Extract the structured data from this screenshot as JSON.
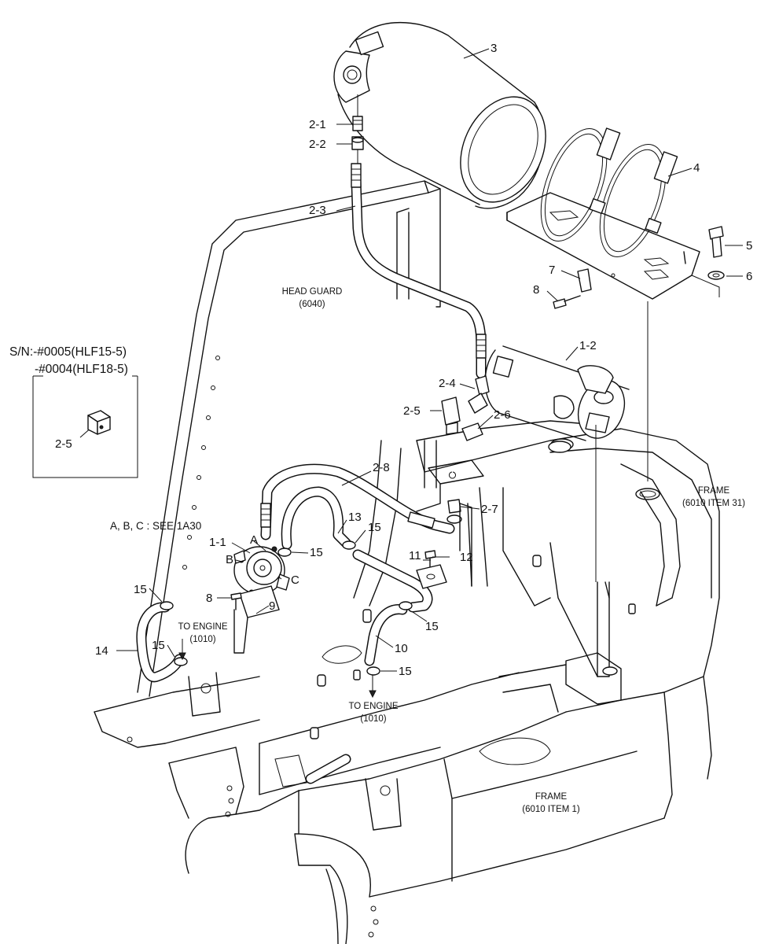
{
  "diagram": {
    "callouts": {
      "c3": "3",
      "c4": "4",
      "c5": "5",
      "c6": "6",
      "c7": "7",
      "c8a": "8",
      "c8b": "8",
      "c9": "9",
      "c10": "10",
      "c11": "11",
      "c12": "12",
      "c13": "13",
      "c14": "14",
      "c15a": "15",
      "c15b": "15",
      "c15c": "15",
      "c15d": "15",
      "c15e": "15",
      "c15f": "15",
      "c1_1": "1-1",
      "c1_2": "1-2",
      "c2_1": "2-1",
      "c2_2": "2-2",
      "c2_3": "2-3",
      "c2_4": "2-4",
      "c2_5": "2-5",
      "c2_5b": "2-5",
      "c2_6": "2-6",
      "c2_7": "2-7",
      "c2_8": "2-8",
      "pA": "A",
      "pB": "B",
      "pC": "C"
    },
    "notes": {
      "head_guard_1": "HEAD GUARD",
      "head_guard_2": "(6040)",
      "frame_top_1": "FRAME",
      "frame_top_2": "(6010 ITEM 31)",
      "frame_bottom_1": "FRAME",
      "frame_bottom_2": "(6010 ITEM 1)",
      "engine_left_1": "TO ENGINE",
      "engine_left_2": "(1010)",
      "engine_center_1": "TO ENGINE",
      "engine_center_2": "(1010)",
      "see_ref": "A, B, C : SEE 1A30"
    },
    "serial_box": {
      "line1": "S/N:-#0005(HLF15-5)",
      "line2": "-#0004(HLF18-5)"
    }
  }
}
